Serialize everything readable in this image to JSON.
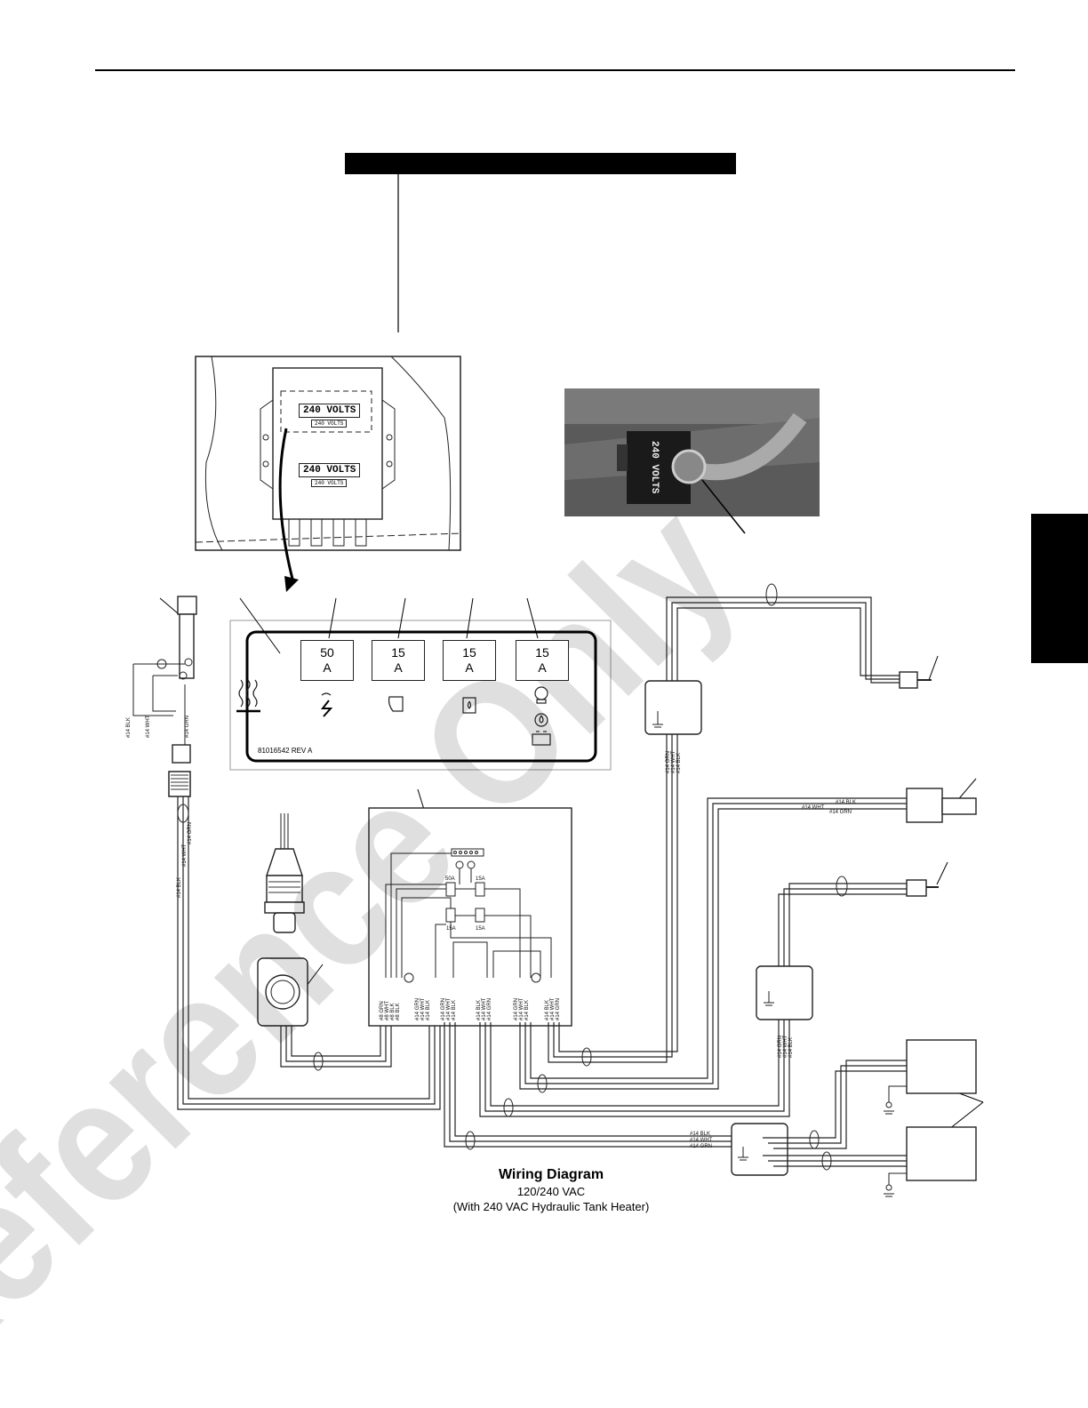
{
  "detail_box": {
    "volts_top": "240 VOLTS",
    "volts_top_sub": "240 VOLTS",
    "volts_bottom": "240 VOLTS",
    "volts_bottom_sub": "240 VOLTS"
  },
  "photo": {
    "label": "240 VOLTS"
  },
  "breaker_panel": {
    "breakers": [
      {
        "amps": "50",
        "unit": "A",
        "icon": "lightning-icon"
      },
      {
        "amps": "15",
        "unit": "A",
        "icon": "seat-icon"
      },
      {
        "amps": "15",
        "unit": "A",
        "icon": "fluid-tank-icon"
      },
      {
        "amps": "15",
        "unit": "A",
        "icon": "engine-heater-icon"
      }
    ],
    "panel_code": "81016542 REV A",
    "heater_icon": "heat-waves-icon",
    "extra_icons": [
      "oil-drop-icon",
      "battery-icon"
    ]
  },
  "breaker_labels": {
    "b50": "50A",
    "b15a": "15A",
    "b15b": "15A",
    "b15c": "15A"
  },
  "wire_labels": {
    "blk": "#14 BLK",
    "wht": "#14 WHT",
    "grn": "#14 GRN",
    "blk8": "#8 BLK",
    "wht8": "#8 WHT",
    "grn8": "#8 GRN"
  },
  "caption": {
    "title": "Wiring Diagram",
    "line1": "120/240 VAC",
    "line2": "(With 240 VAC Hydraulic Tank Heater)"
  },
  "colors": {
    "line": "#222222",
    "band": "#000000",
    "photo_bg": "#5a5a5a"
  }
}
